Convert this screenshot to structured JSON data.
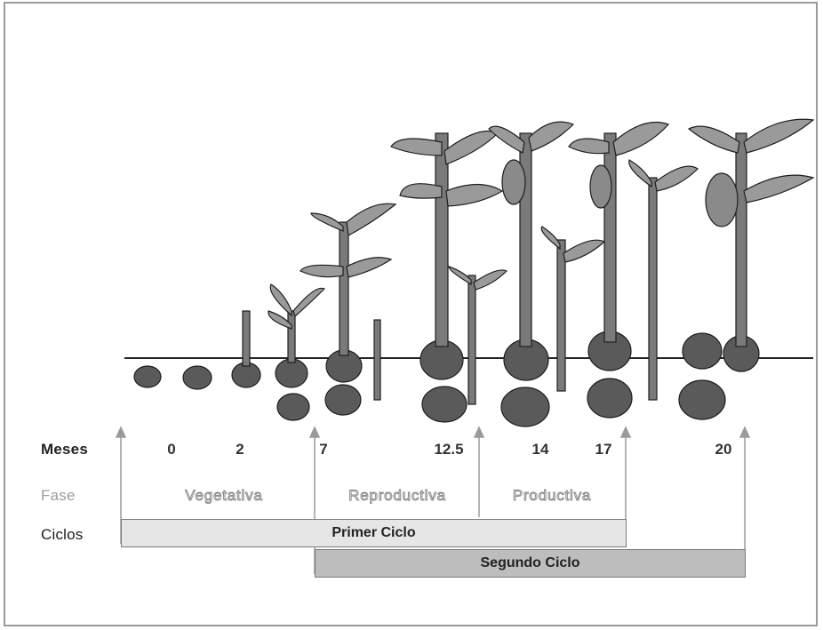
{
  "row_labels": {
    "meses": "Meses",
    "fase": "Fase",
    "ciclos": "Ciclos"
  },
  "months": [
    "0",
    "2",
    "7",
    "12.5",
    "14",
    "17",
    "20"
  ],
  "phases": [
    "Vegetativa",
    "Reproductiva",
    "Productiva"
  ],
  "cycles": {
    "first": "Primer Ciclo",
    "second": "Segundo Ciclo"
  }
}
